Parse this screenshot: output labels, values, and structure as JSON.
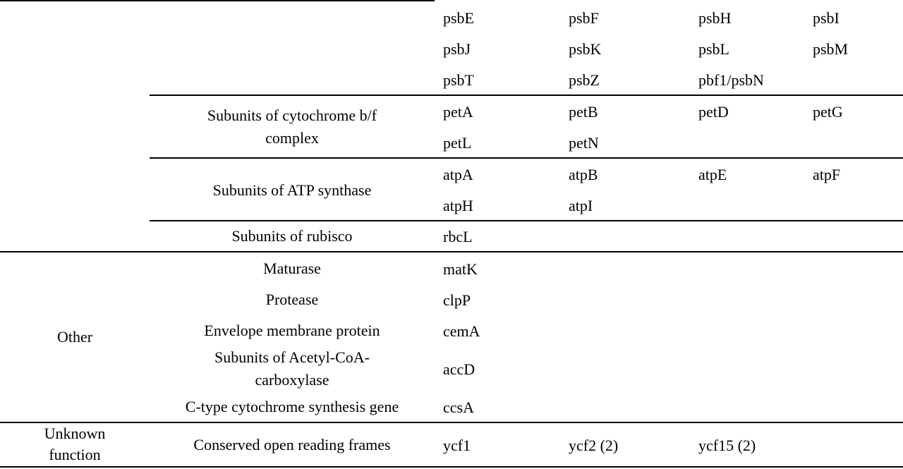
{
  "table": {
    "groups": [
      {
        "category": "",
        "rows": [
          {
            "subcategory": "",
            "gene_lines": [
              [
                "psbE",
                "psbF",
                "psbH",
                "psbI"
              ],
              [
                "psbJ",
                "psbK",
                "psbL",
                "psbM"
              ],
              [
                "psbT",
                "psbZ",
                "pbf1/psbN",
                ""
              ]
            ]
          },
          {
            "subcategory": "Subunits of cytochrome b/f complex",
            "subcategory_lines": [
              "Subunits of cytochrome b/f",
              "complex"
            ],
            "gene_lines": [
              [
                "petA",
                "petB",
                "petD",
                "petG"
              ],
              [
                "petL",
                "petN",
                "",
                ""
              ]
            ]
          },
          {
            "subcategory": "Subunits of ATP synthase",
            "gene_lines": [
              [
                "atpA",
                "atpB",
                "atpE",
                "atpF"
              ],
              [
                "atpH",
                "atpI",
                "",
                ""
              ]
            ]
          },
          {
            "subcategory": "Subunits of rubisco",
            "gene_lines": [
              [
                "rbcL",
                "",
                "",
                ""
              ]
            ]
          }
        ]
      },
      {
        "category": "Other",
        "rows": [
          {
            "subcategory": "Maturase",
            "gene_lines": [
              [
                "matK",
                "",
                "",
                ""
              ]
            ]
          },
          {
            "subcategory": "Protease",
            "gene_lines": [
              [
                "clpP",
                "",
                "",
                ""
              ]
            ]
          },
          {
            "subcategory": "Envelope membrane protein",
            "gene_lines": [
              [
                "cemA",
                "",
                "",
                ""
              ]
            ]
          },
          {
            "subcategory": "Subunits of Acetyl-CoA-carboxylase",
            "subcategory_lines": [
              "Subunits of Acetyl-CoA-",
              "carboxylase"
            ],
            "gene_lines": [
              [
                "accD",
                "",
                "",
                ""
              ]
            ]
          },
          {
            "subcategory": "C-type cytochrome synthesis gene",
            "gene_lines": [
              [
                "ccsA",
                "",
                "",
                ""
              ]
            ]
          }
        ]
      },
      {
        "category": "Unknown function",
        "category_lines": [
          "Unknown",
          "function"
        ],
        "rows": [
          {
            "subcategory": "Conserved open reading frames",
            "gene_lines": [
              [
                "ycf1",
                "ycf2 (2)",
                "ycf15 (2)",
                ""
              ]
            ]
          }
        ]
      }
    ]
  }
}
